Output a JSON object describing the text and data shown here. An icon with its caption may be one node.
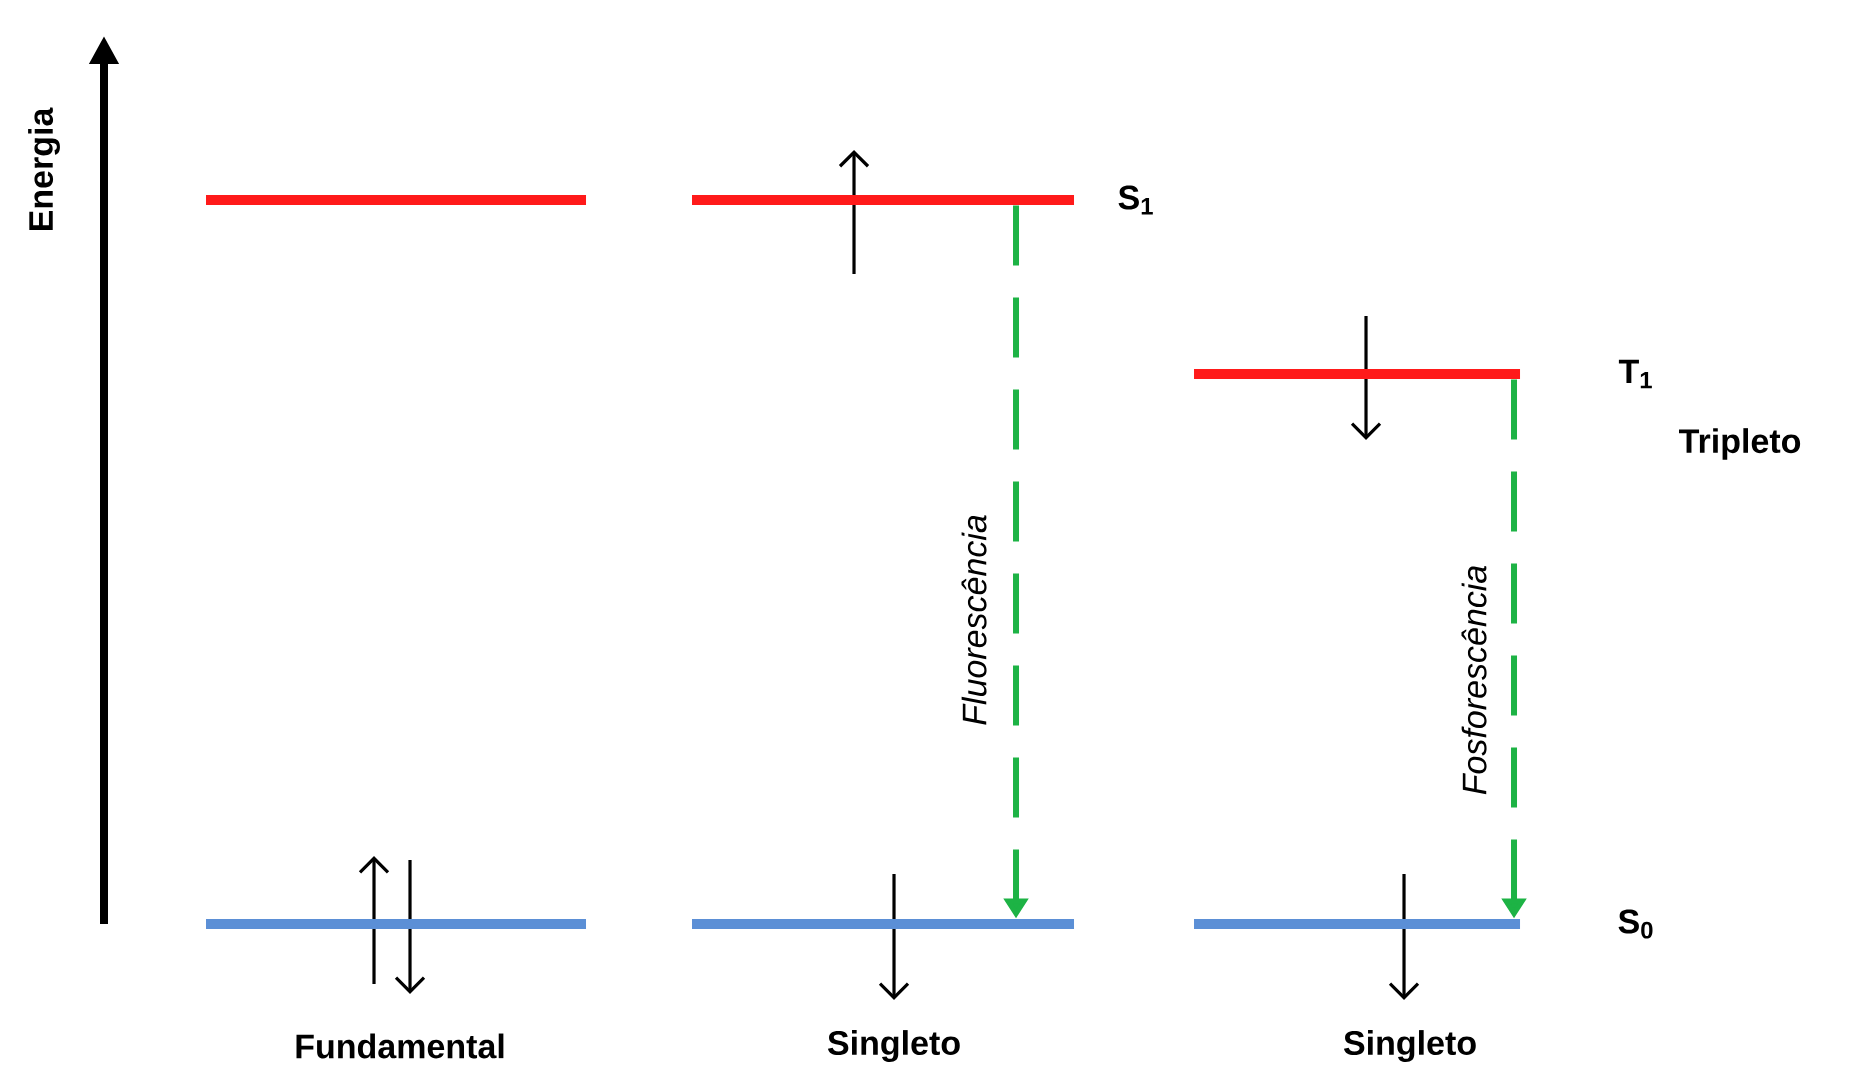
{
  "diagram": {
    "nodes": [
      {
        "text": [],
        "shape": "bar"
      },
      {
        "text": [],
        "shape": "bar",
        "beside": [
          "S$_{1}$"
        ]
      },
      {
        "text": [],
        "shape": "bar",
        "beside": [
          "T$_{1}$",
          "Tripleto"
        ]
      },
      {
        "text": [],
        "shape": "bar"
      },
      {
        "text": [],
        "shape": "bar"
      },
      {
        "text": [],
        "shape": "bar",
        "beside": [
          "S$_{0}$"
        ]
      }
    ],
    "edges": [
      {
        "from": 1,
        "to": 4,
        "arrow": "to",
        "style": "dashed",
        "label": "Fluorescência"
      },
      {
        "from": 2,
        "to": 5,
        "arrow": "to",
        "style": "dashed",
        "label": "Fosforescência"
      }
    ],
    "labels": [
      "Energia",
      "Fundamental",
      "Singleto",
      "Singleto"
    ]
  }
}
